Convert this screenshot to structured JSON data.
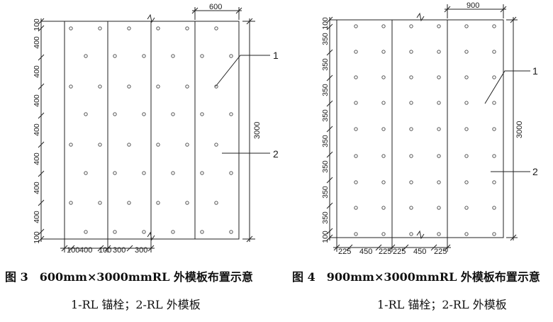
{
  "figure3": {
    "caption_number": "图 3",
    "caption_text": "600mm×3000mmRL 外模板布置示意",
    "legend": "1-RL 锚栓；2-RL 外模板",
    "callout_1": "1",
    "callout_2": "2",
    "panel_width_dim": "600",
    "height_dim": "3000",
    "left_dims": [
      "100",
      "400",
      "400",
      "400",
      "400",
      "400",
      "400",
      "400",
      "100"
    ],
    "bottom_dims": [
      "100",
      "400",
      "100",
      "300",
      "300"
    ]
  },
  "figure4": {
    "caption_number": "图 4",
    "caption_text": "900mm×3000mmRL 外模板布置示意",
    "legend": "1-RL 锚栓；2-RL 外模板",
    "callout_1": "1",
    "callout_2": "2",
    "panel_width_dim": "900",
    "height_dim": "3000",
    "left_dims": [
      "100",
      "350",
      "350",
      "350",
      "350",
      "350",
      "350",
      "350",
      "350",
      "100"
    ],
    "bottom_dims": [
      "225",
      "450",
      "225",
      "225",
      "450",
      "225"
    ]
  }
}
